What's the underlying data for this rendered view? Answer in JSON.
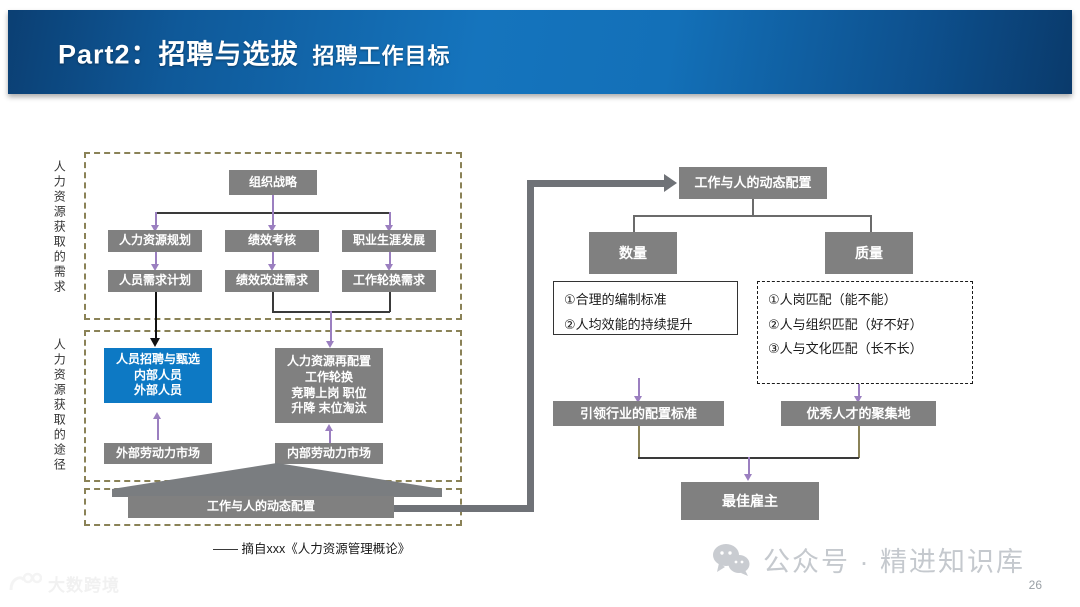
{
  "header": {
    "title": "Part2：招聘与选拔",
    "subtitle": "招聘工作目标",
    "accent": "#1574bd"
  },
  "side_labels": {
    "demand": "人力资源获取的需求",
    "channel": "人力资源获取的途径"
  },
  "left_diagram": {
    "root": "组织战略",
    "row1": [
      "人力资源规划",
      "绩效考核",
      "职业生涯发展"
    ],
    "row2": [
      "人员需求计划",
      "绩效改进需求",
      "工作轮换需求"
    ],
    "recruit_box": "人员招聘与甄选\n内部人员\n外部人员",
    "recruit_lines": [
      "人员招聘与甄选",
      "内部人员",
      "外部人员"
    ],
    "realloc_lines": [
      "人力资源再配置",
      "工作轮换",
      "竞聘上岗 职位",
      "升降 末位淘汰"
    ],
    "markets": [
      "外部劳动力市场",
      "内部劳动力市场"
    ],
    "bottom_bar": "工作与人的动态配置"
  },
  "right_diagram": {
    "root": "工作与人的动态配置",
    "quantity": "数量",
    "quality": "质量",
    "quantity_items": [
      "①合理的编制标准",
      "②人均效能的持续提升"
    ],
    "quality_items": [
      "①人岗匹配（能不能）",
      "②人与组织匹配（好不好）",
      "③人与文化匹配（长不长）"
    ],
    "outcome_left": "引领行业的配置标准",
    "outcome_right": "优秀人才的聚集地",
    "final": "最佳雇主"
  },
  "citation": "—— 摘自xxx《人力资源管理概论》",
  "footer": {
    "watermark_left": "大数跨境",
    "watermark_right": "公众号 · 精进知识库",
    "page_number": "26"
  }
}
